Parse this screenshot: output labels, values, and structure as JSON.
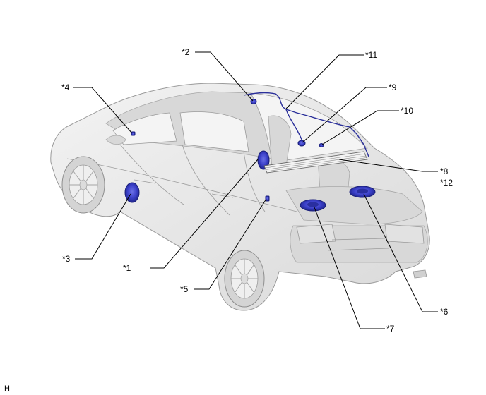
{
  "figure_id": "H",
  "colors": {
    "part": "#3a3fc8",
    "part_dark": "#1a1f7a",
    "body": "#e9e9e9"
  },
  "callouts": [
    {
      "id": "c1",
      "label": "*1"
    },
    {
      "id": "c2",
      "label": "*2"
    },
    {
      "id": "c3",
      "label": "*3"
    },
    {
      "id": "c4",
      "label": "*4"
    },
    {
      "id": "c5",
      "label": "*5"
    },
    {
      "id": "c6",
      "label": "*6"
    },
    {
      "id": "c7",
      "label": "*7"
    },
    {
      "id": "c8",
      "label": "*8"
    },
    {
      "id": "c9",
      "label": "*9"
    },
    {
      "id": "c10",
      "label": "*10"
    },
    {
      "id": "c11",
      "label": "*11"
    },
    {
      "id": "c12",
      "label": "*12"
    }
  ]
}
